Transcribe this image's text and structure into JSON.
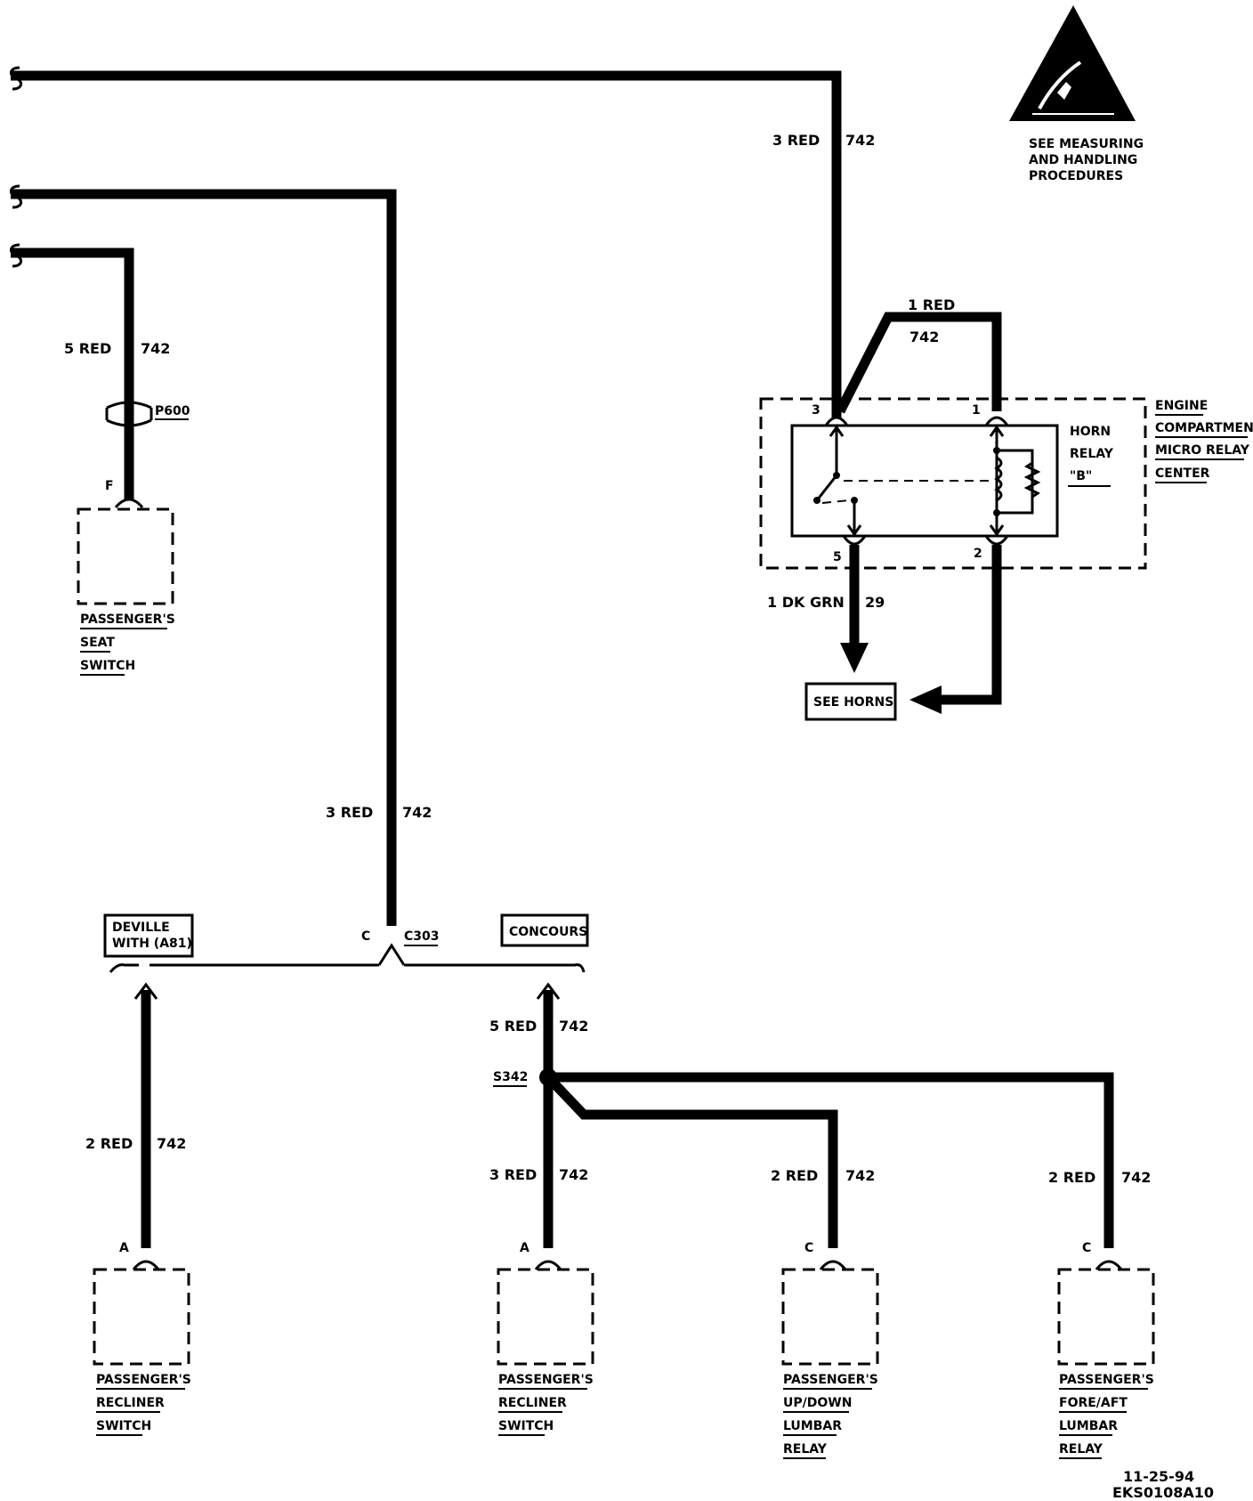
{
  "esd_note": {
    "line1": "SEE MEASURING",
    "line2": "AND HANDLING",
    "line3": "PROCEDURES"
  },
  "top_wire": {
    "label": "3 RED",
    "circuit": "742"
  },
  "mid_wire": {
    "label": "3 RED",
    "circuit": "742"
  },
  "seat_wire": {
    "label": "5 RED",
    "circuit": "742",
    "connector": "P600",
    "pin": "F"
  },
  "seat_switch": {
    "line1": "PASSENGER'S",
    "line2": "SEAT",
    "line3": "SWITCH"
  },
  "relay_jumper": {
    "label": "1 RED",
    "circuit": "742"
  },
  "relay": {
    "name1": "HORN",
    "name2": "RELAY",
    "name3": "\"B\"",
    "center1": "ENGINE",
    "center2": "COMPARTMENT",
    "center3": "MICRO RELAY",
    "center4": "CENTER",
    "pin3": "3",
    "pin1": "1",
    "pin5": "5",
    "pin2": "2"
  },
  "horn_wire": {
    "label": "1 DK GRN",
    "circuit": "29"
  },
  "see_horns": "SEE HORNS",
  "c303": {
    "connector": "C303",
    "pin": "C"
  },
  "option_deville": {
    "line1": "DEVILLE",
    "line2": "WITH (A81)"
  },
  "option_concours": "CONCOURS",
  "deville_wire": {
    "label": "2 RED",
    "circuit": "742",
    "pin": "A"
  },
  "concours_wire": {
    "label": "5 RED",
    "circuit": "742"
  },
  "splice": "S342",
  "recliner2_wire": {
    "label": "3 RED",
    "circuit": "742",
    "pin": "A"
  },
  "lumbar_ud_wire": {
    "label": "2 RED",
    "circuit": "742",
    "pin": "C"
  },
  "lumbar_fa_wire": {
    "label": "2 RED",
    "circuit": "742",
    "pin": "C"
  },
  "recliner1": {
    "line1": "PASSENGER'S",
    "line2": "RECLINER",
    "line3": "SWITCH"
  },
  "recliner2": {
    "line1": "PASSENGER'S",
    "line2": "RECLINER",
    "line3": "SWITCH"
  },
  "lumbar_ud": {
    "line1": "PASSENGER'S",
    "line2": "UP/DOWN",
    "line3": "LUMBAR",
    "line4": "RELAY"
  },
  "lumbar_fa": {
    "line1": "PASSENGER'S",
    "line2": "FORE/AFT",
    "line3": "LUMBAR",
    "line4": "RELAY"
  },
  "footer": {
    "date": "11-25-94",
    "code": "EKS0108A10"
  }
}
